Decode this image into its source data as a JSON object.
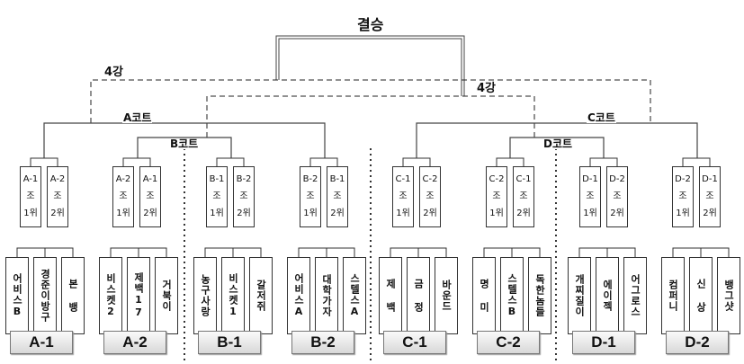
{
  "title": "결승",
  "rounds": {
    "semifinal_left": "4강",
    "semifinal_right": "4강"
  },
  "courts": {
    "a": "A코트",
    "b": "B코트",
    "c": "C코트",
    "d": "D코트"
  },
  "quarterfinal_slots": [
    {
      "group": "A-1",
      "word": "조",
      "rank": "1위"
    },
    {
      "group": "A-2",
      "word": "조",
      "rank": "2위"
    },
    {
      "group": "A-2",
      "word": "조",
      "rank": "1위"
    },
    {
      "group": "A-1",
      "word": "조",
      "rank": "2위"
    },
    {
      "group": "B-1",
      "word": "조",
      "rank": "1위"
    },
    {
      "group": "B-2",
      "word": "조",
      "rank": "2위"
    },
    {
      "group": "B-2",
      "word": "조",
      "rank": "1위"
    },
    {
      "group": "B-1",
      "word": "조",
      "rank": "2위"
    },
    {
      "group": "C-1",
      "word": "조",
      "rank": "1위"
    },
    {
      "group": "C-2",
      "word": "조",
      "rank": "2위"
    },
    {
      "group": "C-2",
      "word": "조",
      "rank": "1위"
    },
    {
      "group": "C-1",
      "word": "조",
      "rank": "2위"
    },
    {
      "group": "D-1",
      "word": "조",
      "rank": "1위"
    },
    {
      "group": "D-2",
      "word": "조",
      "rank": "2위"
    },
    {
      "group": "D-2",
      "word": "조",
      "rank": "1위"
    },
    {
      "group": "D-1",
      "word": "조",
      "rank": "2위"
    }
  ],
  "groups": [
    {
      "label": "A-1",
      "teams": [
        "어비스B",
        "경준이방구",
        "본 뱅"
      ]
    },
    {
      "label": "A-2",
      "teams": [
        "비스켓2",
        "제백17",
        "거북이"
      ]
    },
    {
      "label": "B-1",
      "teams": [
        "농구사랑",
        "비스켓1",
        "갈저쥐"
      ]
    },
    {
      "label": "B-2",
      "teams": [
        "어비스A",
        "대학가자",
        "스텔스A"
      ]
    },
    {
      "label": "C-1",
      "teams": [
        "제 백",
        "금 정",
        "바운드"
      ]
    },
    {
      "label": "C-2",
      "teams": [
        "명 미",
        "스텔스B",
        "독한놈들"
      ]
    },
    {
      "label": "D-1",
      "teams": [
        "개찌질이",
        "에이젝",
        "어그로스"
      ]
    },
    {
      "label": "D-2",
      "teams": [
        "컴퍼니",
        "신 상",
        "뱅그샷"
      ]
    }
  ]
}
